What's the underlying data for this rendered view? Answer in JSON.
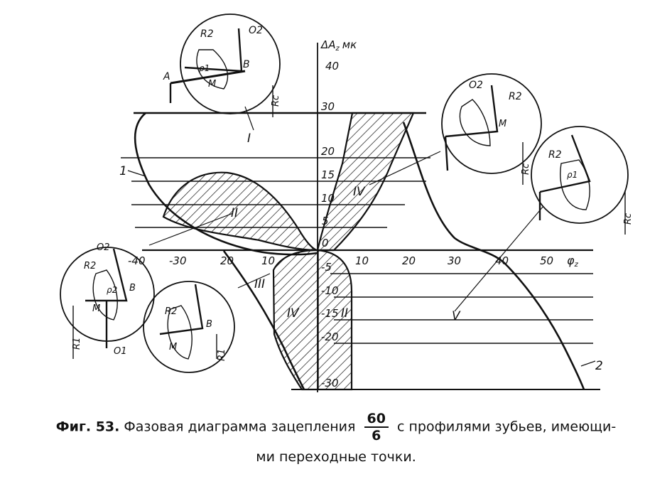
{
  "axis": {
    "y_label": "ΔA",
    "y_label_sub": "z",
    "y_label_unit": "мк",
    "x_label": "φ",
    "x_label_sub": "z",
    "y_ticks": [
      "40",
      "30",
      "20",
      "15",
      "10",
      "5",
      "0",
      "-5",
      "-10",
      "-15",
      "-20",
      "-30"
    ],
    "x_ticks_neg": [
      "-40",
      "-30",
      "20",
      "10"
    ],
    "x_ticks_pos": [
      "10",
      "20",
      "30",
      "40",
      "50"
    ]
  },
  "curve_labels": {
    "c1": "1",
    "c2": "2",
    "roman_I": "I",
    "roman_II_upper": "II",
    "roman_III": "III",
    "roman_IV_upper": "IV",
    "roman_IV_lower": "IV",
    "roman_II_lower": "II",
    "roman_V": "V"
  },
  "insets": {
    "top": {
      "labels": [
        "R2",
        "O2",
        "A",
        "B",
        "M",
        "ρ1",
        "Rc"
      ]
    },
    "right_upper": {
      "labels": [
        "O2",
        "R2",
        "M",
        "Rc"
      ]
    },
    "right_lower": {
      "labels": [
        "R2",
        "ρ1",
        "Rc"
      ]
    },
    "left_upper": {
      "labels": [
        "O2",
        "R2",
        "ρ2",
        "B",
        "M",
        "R1",
        "O1"
      ]
    },
    "left_lower": {
      "labels": [
        "R2",
        "B",
        "M",
        "R1"
      ]
    }
  },
  "caption": {
    "fig_no": "Фиг. 53.",
    "text_before": "Фазовая диаграмма зацепления",
    "frac_num": "60",
    "frac_den": "6",
    "text_after": "с профилями зубьев, имеющи-",
    "line2": "ми переходные точки."
  }
}
